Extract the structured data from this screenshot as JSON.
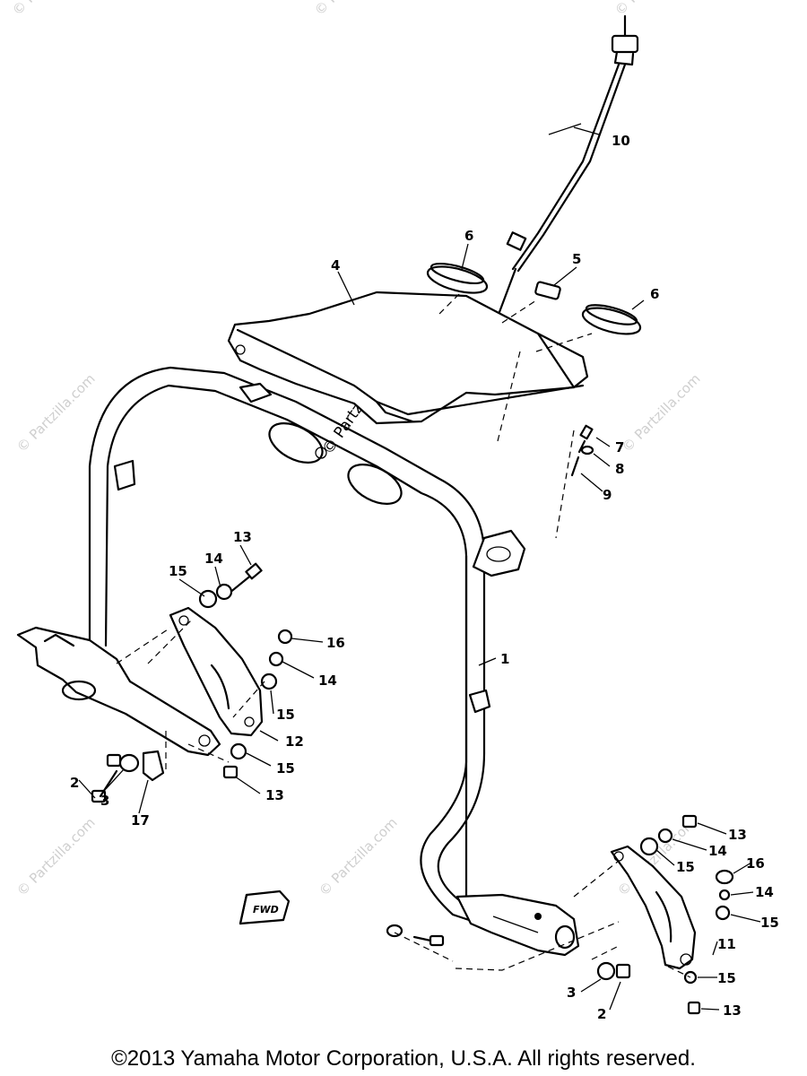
{
  "watermarks": {
    "diagonal": "© Partzilla.com",
    "center": "© Partzilla.com"
  },
  "fwd_label": "FWD",
  "callouts": {
    "c1": "1",
    "c2a": "2",
    "c2b": "2",
    "c3a": "3",
    "c3b": "3",
    "c4": "4",
    "c5": "5",
    "c6a": "6",
    "c6b": "6",
    "c7": "7",
    "c8": "8",
    "c9": "9",
    "c10": "10",
    "c11": "11",
    "c12": "12",
    "c13a": "13",
    "c13b": "13",
    "c13c": "13",
    "c13d": "13",
    "c14a": "14",
    "c14b": "14",
    "c14c": "14",
    "c14d": "14",
    "c15a": "15",
    "c15b": "15",
    "c15c": "15",
    "c15d": "15",
    "c15e": "15",
    "c15f": "15",
    "c16a": "16",
    "c16b": "16",
    "c17": "17"
  },
  "copyright": "©2013 Yamaha Motor Corporation, U.S.A. All rights reserved."
}
